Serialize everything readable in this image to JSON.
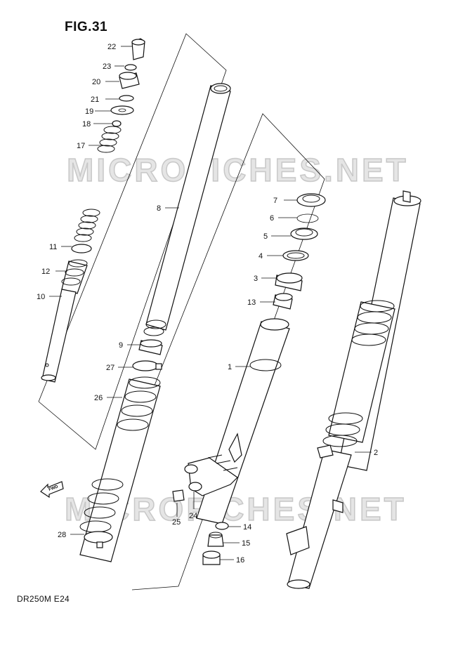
{
  "figure": {
    "title": "FIG.31",
    "model": "DR250M E24",
    "watermark": "MICROFICHES.NET"
  },
  "callouts": [
    "1",
    "2",
    "3",
    "4",
    "5",
    "6",
    "7",
    "8",
    "9",
    "10",
    "11",
    "12",
    "13",
    "14",
    "15",
    "16",
    "17",
    "18",
    "19",
    "20",
    "21",
    "22",
    "23",
    "24",
    "25",
    "26",
    "27",
    "28"
  ],
  "icons": {
    "fwd_arrow": "FWD"
  }
}
